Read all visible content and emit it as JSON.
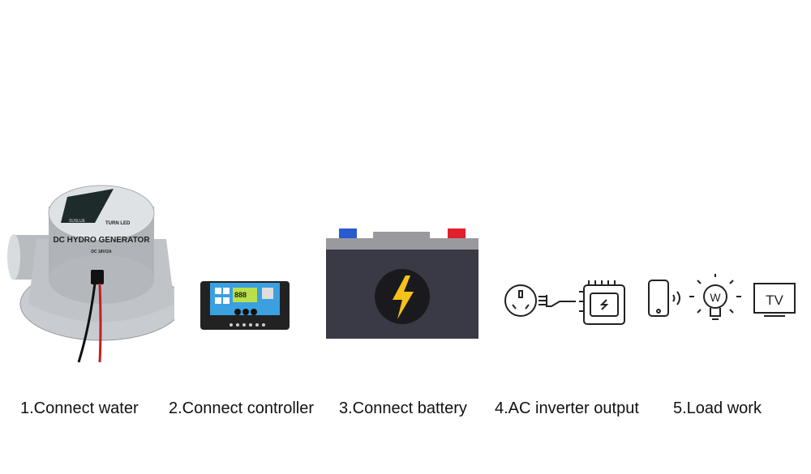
{
  "steps": [
    {
      "label": "1.Connect water"
    },
    {
      "label": "2.Connect controller"
    },
    {
      "label": "3.Connect battery"
    },
    {
      "label": "4.AC inverter output"
    },
    {
      "label": "5.Load work"
    }
  ],
  "generator": {
    "logo_text": "SUSLUE",
    "turn_led": "TURN LED",
    "title": "DC HYDRO GENERATOR",
    "rating": "DC 18V/2A"
  },
  "controller": {
    "display": "888"
  },
  "loads": {
    "bulb_letter": "W",
    "tv_label": "TV"
  },
  "colors": {
    "battery_body": "#3a3a46",
    "battery_top": "#9a9a9e",
    "positive_terminal": "#e0202a",
    "negative_terminal": "#2a5ad0",
    "bolt": "#f5c21a",
    "controller_blue": "#3aa0e0"
  }
}
